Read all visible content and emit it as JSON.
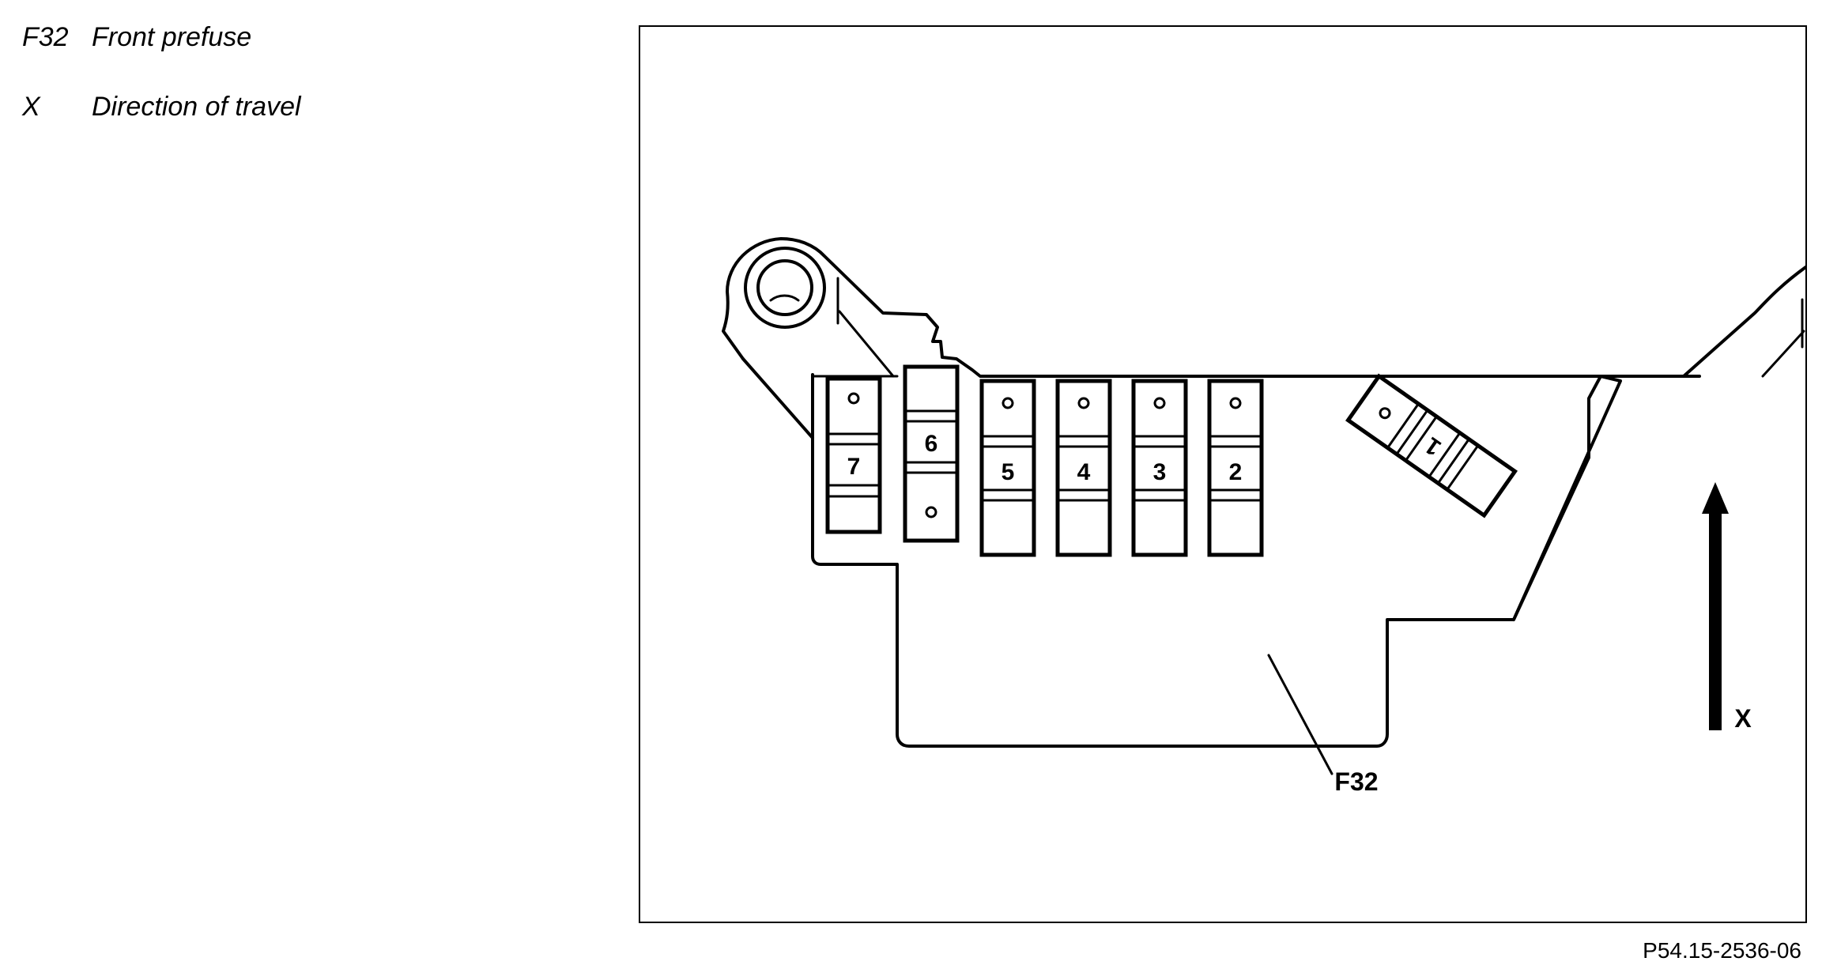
{
  "legend": [
    {
      "code": "F32",
      "description": "Front prefuse"
    },
    {
      "code": "X",
      "description": "Direction of travel"
    }
  ],
  "diagram": {
    "fuse_numbers": [
      "1",
      "2",
      "3",
      "4",
      "5",
      "6",
      "7"
    ],
    "component_label": "F32",
    "direction_label": "X"
  },
  "figure_reference": "P54.15-2536-06",
  "colors": {
    "line": "#000000",
    "background": "#ffffff"
  }
}
